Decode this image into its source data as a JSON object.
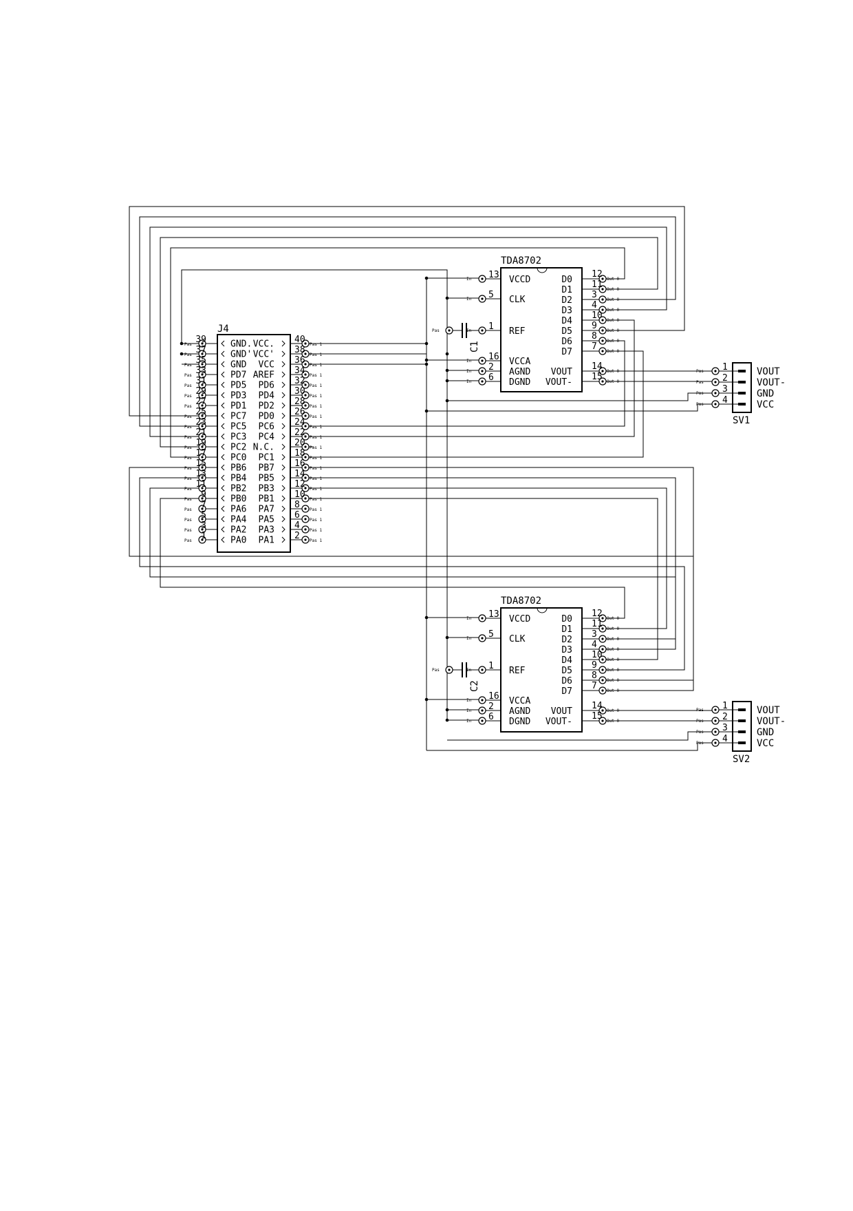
{
  "j4": {
    "name": "J4",
    "rows": [
      {
        "lp": "39",
        "ll": "GND.",
        "rl": "VCC.",
        "rp": "40"
      },
      {
        "lp": "37",
        "ll": "GND'",
        "rl": "VCC'",
        "rp": "38"
      },
      {
        "lp": "35",
        "ll": "GND",
        "rl": "VCC",
        "rp": "36"
      },
      {
        "lp": "33",
        "ll": "PD7",
        "rl": "AREF",
        "rp": "34"
      },
      {
        "lp": "31",
        "ll": "PD5",
        "rl": "PD6",
        "rp": "32"
      },
      {
        "lp": "29",
        "ll": "PD3",
        "rl": "PD4",
        "rp": "30"
      },
      {
        "lp": "27",
        "ll": "PD1",
        "rl": "PD2",
        "rp": "28"
      },
      {
        "lp": "25",
        "ll": "PC7",
        "rl": "PD0",
        "rp": "26"
      },
      {
        "lp": "23",
        "ll": "PC5",
        "rl": "PC6",
        "rp": "24"
      },
      {
        "lp": "21",
        "ll": "PC3",
        "rl": "PC4",
        "rp": "22"
      },
      {
        "lp": "19",
        "ll": "PC2",
        "rl": "N.C.",
        "rp": "20"
      },
      {
        "lp": "17",
        "ll": "PC0",
        "rl": "PC1",
        "rp": "18"
      },
      {
        "lp": "15",
        "ll": "PB6",
        "rl": "PB7",
        "rp": "16"
      },
      {
        "lp": "13",
        "ll": "PB4",
        "rl": "PB5",
        "rp": "14"
      },
      {
        "lp": "11",
        "ll": "PB2",
        "rl": "PB3",
        "rp": "12"
      },
      {
        "lp": "9",
        "ll": "PB0",
        "rl": "PB1",
        "rp": "10"
      },
      {
        "lp": "7",
        "ll": "PA6",
        "rl": "PA7",
        "rp": "8"
      },
      {
        "lp": "5",
        "ll": "PA4",
        "rl": "PA5",
        "rp": "6"
      },
      {
        "lp": "3",
        "ll": "PA2",
        "rl": "PA3",
        "rp": "4"
      },
      {
        "lp": "1",
        "ll": "PA0",
        "rl": "PA1",
        "rp": "2"
      }
    ]
  },
  "dacs": [
    {
      "name": "TDA8702",
      "left": [
        {
          "pin": "13",
          "label": "VCCD"
        },
        {
          "pin": "5",
          "label": "CLK"
        },
        {
          "pin": "1",
          "label": "REF"
        },
        {
          "pin": "16",
          "label": "VCCA"
        },
        {
          "pin": "2",
          "label": "AGND"
        },
        {
          "pin": "6",
          "label": "DGND"
        }
      ],
      "right": [
        {
          "pin": "12",
          "label": "D0"
        },
        {
          "pin": "11",
          "label": "D1"
        },
        {
          "pin": "3",
          "label": "D2"
        },
        {
          "pin": "4",
          "label": "D3"
        },
        {
          "pin": "10",
          "label": "D4"
        },
        {
          "pin": "9",
          "label": "D5"
        },
        {
          "pin": "8",
          "label": "D6"
        },
        {
          "pin": "7",
          "label": "D7"
        },
        {
          "pin": "14",
          "label": "VOUT"
        },
        {
          "pin": "15",
          "label": "VOUT-"
        }
      ],
      "cap": "C1"
    },
    {
      "name": "TDA8702",
      "left": [
        {
          "pin": "13",
          "label": "VCCD"
        },
        {
          "pin": "5",
          "label": "CLK"
        },
        {
          "pin": "1",
          "label": "REF"
        },
        {
          "pin": "16",
          "label": "VCCA"
        },
        {
          "pin": "2",
          "label": "AGND"
        },
        {
          "pin": "6",
          "label": "DGND"
        }
      ],
      "right": [
        {
          "pin": "12",
          "label": "D0"
        },
        {
          "pin": "11",
          "label": "D1"
        },
        {
          "pin": "3",
          "label": "D2"
        },
        {
          "pin": "4",
          "label": "D3"
        },
        {
          "pin": "10",
          "label": "D4"
        },
        {
          "pin": "9",
          "label": "D5"
        },
        {
          "pin": "8",
          "label": "D6"
        },
        {
          "pin": "7",
          "label": "D7"
        },
        {
          "pin": "14",
          "label": "VOUT"
        },
        {
          "pin": "15",
          "label": "VOUT-"
        }
      ],
      "cap": "C2"
    }
  ],
  "outputs": [
    {
      "name": "SV1",
      "pins": [
        {
          "pin": "1",
          "label": "VOUT"
        },
        {
          "pin": "2",
          "label": "VOUT-"
        },
        {
          "pin": "3",
          "label": "GND"
        },
        {
          "pin": "4",
          "label": "VCC"
        }
      ]
    },
    {
      "name": "SV2",
      "pins": [
        {
          "pin": "1",
          "label": "VOUT"
        },
        {
          "pin": "2",
          "label": "VOUT-"
        },
        {
          "pin": "3",
          "label": "GND"
        },
        {
          "pin": "4",
          "label": "VCC"
        }
      ]
    }
  ],
  "pin_tags": {
    "pas": "Pas",
    "pas1": "Pas 1",
    "in": "In",
    "out": "Out 0"
  }
}
